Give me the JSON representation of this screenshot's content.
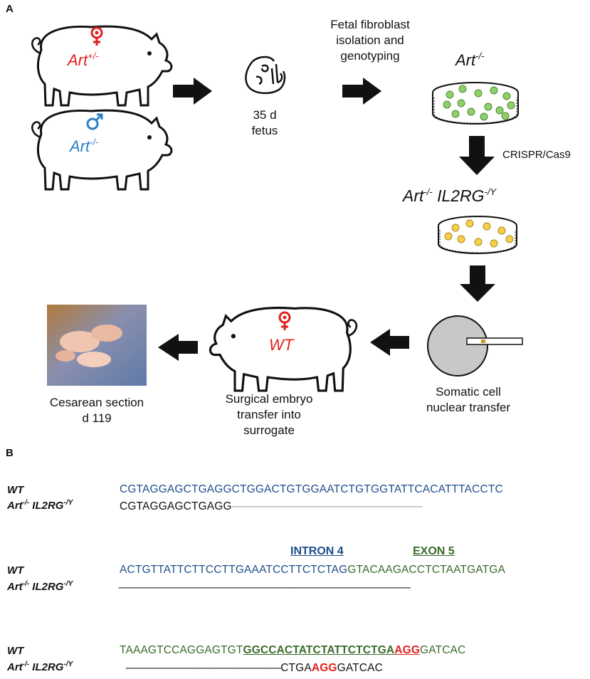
{
  "panel_a": {
    "label": "A",
    "female_genotype": "Art",
    "female_genotype_sup": "+/-",
    "male_genotype": "Art",
    "male_genotype_sup": "-/-",
    "fetus_caption_line1": "35 d",
    "fetus_caption_line2": "fetus",
    "isolation_line1": "Fetal fibroblast",
    "isolation_line2": "isolation and",
    "isolation_line3": "genotyping",
    "dish1_genotype": "Art",
    "dish1_genotype_sup": "-/-",
    "crispr_label": "CRISPR/Cas9",
    "dish2_genotype_a": "Art",
    "dish2_genotype_a_sup": "-/-",
    "dish2_genotype_b": "IL2RG",
    "dish2_genotype_b_sup": "-/Y",
    "scnt_line1": "Somatic cell",
    "scnt_line2": "nuclear transfer",
    "surrogate_genotype": "WT",
    "surrogate_line1": "Surgical embryo",
    "surrogate_line2": "transfer into",
    "surrogate_line3": "surrogate",
    "cesarean_line1": "Cesarean section",
    "cesarean_line2": "d 119",
    "colors": {
      "female": "#e0211f",
      "male": "#2a7fc6",
      "dish1_cells": "#8fd06b",
      "dish2_cells": "#f5d04a"
    }
  },
  "panel_b": {
    "label": "B",
    "wt_label": "WT",
    "ko_label_a": "Art",
    "ko_label_a_sup": "-/-",
    "ko_label_b": "IL2RG",
    "ko_label_b_sup": "-/Y",
    "row1_wt": "CGTAGGAGCTGAGGCTGGACTGTGGAATCTGTGGTATTCACATTTACCTC",
    "row1_ko": "CGTAGGAGCTGAGG",
    "row1_ko_dashes": "-----------------------------------------------------------------------",
    "intron_label": "INTRON 4",
    "exon_label": "EXON 5",
    "row2_wt_intron": "ACTGTTATTCTTCCTTGAAATCCTTCTCTAG",
    "row2_wt_exon": "GTACAAGACCTCTAATGATGA",
    "row2_ko_dashes": "-------------------------------------------------------------------------------------------------------------",
    "row3_wt_plain": "TAAAGTCCAGGAGTGT",
    "row3_wt_target": "GGCCACTATCTATTCTCTGA",
    "row3_wt_pam": "AGG",
    "row3_wt_end": "GATCAC",
    "row3_ko_dashes": "----------------------------------------------------------",
    "row3_ko_seq": "CTGA",
    "row3_ko_pam": "AGG",
    "row3_ko_end": "GATCAC",
    "colors": {
      "wt_sequence": "#1f4e8c",
      "exon_sequence": "#3a6b2a",
      "pam": "#e0211f"
    }
  }
}
